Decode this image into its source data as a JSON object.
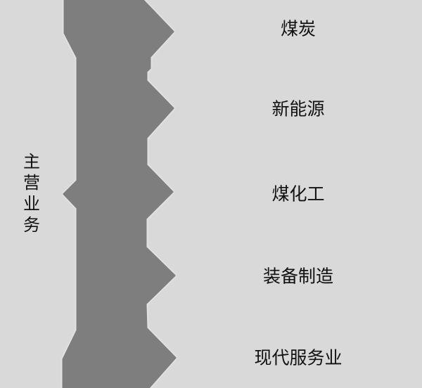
{
  "colors": {
    "background": "#d9d9d9",
    "shape": "#7e7e7e",
    "text": "#111111"
  },
  "diagram": {
    "type": "vertical-banner-with-right-arrows",
    "side_title": "主营业务",
    "branches": [
      {
        "label": "煤炭"
      },
      {
        "label": "新能源"
      },
      {
        "label": "煤化工"
      },
      {
        "label": "装备制造"
      },
      {
        "label": "现代服务业"
      }
    ]
  }
}
